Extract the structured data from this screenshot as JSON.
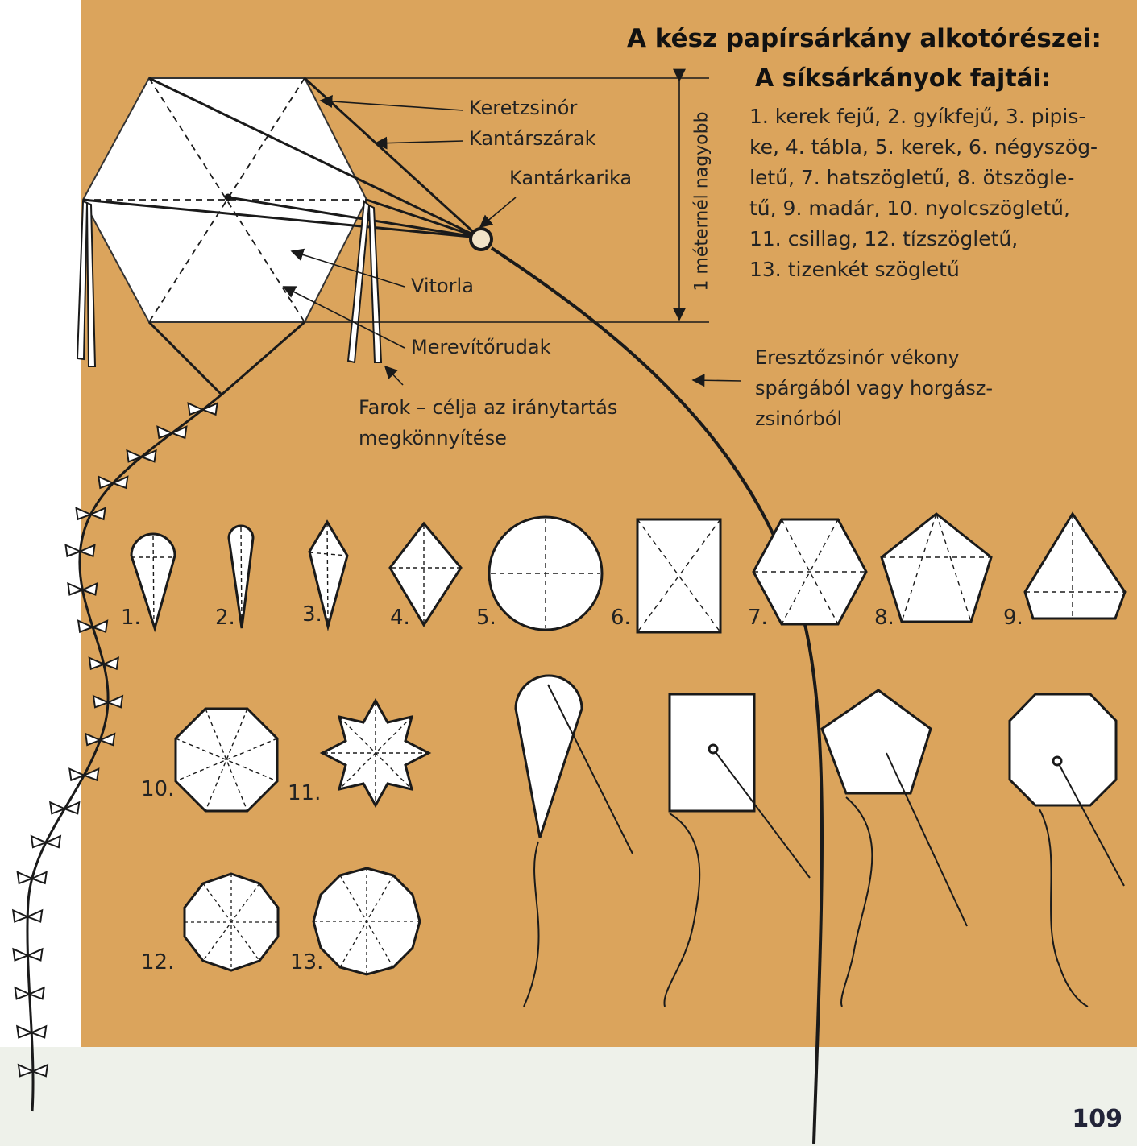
{
  "title": "A kész papírsárkány alkotórészei:",
  "subtitle": "A síksárkányok fajtái:",
  "types_lines": [
    "1. kerek fejű, 2. gyíkfejű, 3. pipis-",
    "ke, 4. tábla, 5. kerek, 6. négyszög-",
    "letű, 7. hatszögletű, 8. ötszögle-",
    "tű,  9. madár, 10. nyolcszögletű,",
    "11. csillag, 12. tízszögletű,",
    "13. tizenkét szögletű"
  ],
  "parts": {
    "keretzsinor": "Keretzsinór",
    "kantarszarak": "Kantárszárak",
    "kantarkarika": "Kantárkarika",
    "vitorla": "Vitorla",
    "merevitorudak": "Merevítőrudak",
    "farok_line1": "Farok – célja az iránytartás",
    "farok_line2": "megkönnyítése",
    "size_note": "1 méternél nagyobb"
  },
  "string_note": {
    "line1": "Eresztőzsinór vékony",
    "line2": "spárgából vagy horgász-",
    "line3": "zsinórból"
  },
  "kite_numbers": [
    "1.",
    "2.",
    "3.",
    "4.",
    "5.",
    "6.",
    "7.",
    "8.",
    "9.",
    "10.",
    "11.",
    "12.",
    "13."
  ],
  "page_number": "109",
  "colors": {
    "panel": "#dba45c",
    "ink": "#1a1a1a",
    "kite_fill": "#ffffff",
    "band": "#eef1ea"
  }
}
